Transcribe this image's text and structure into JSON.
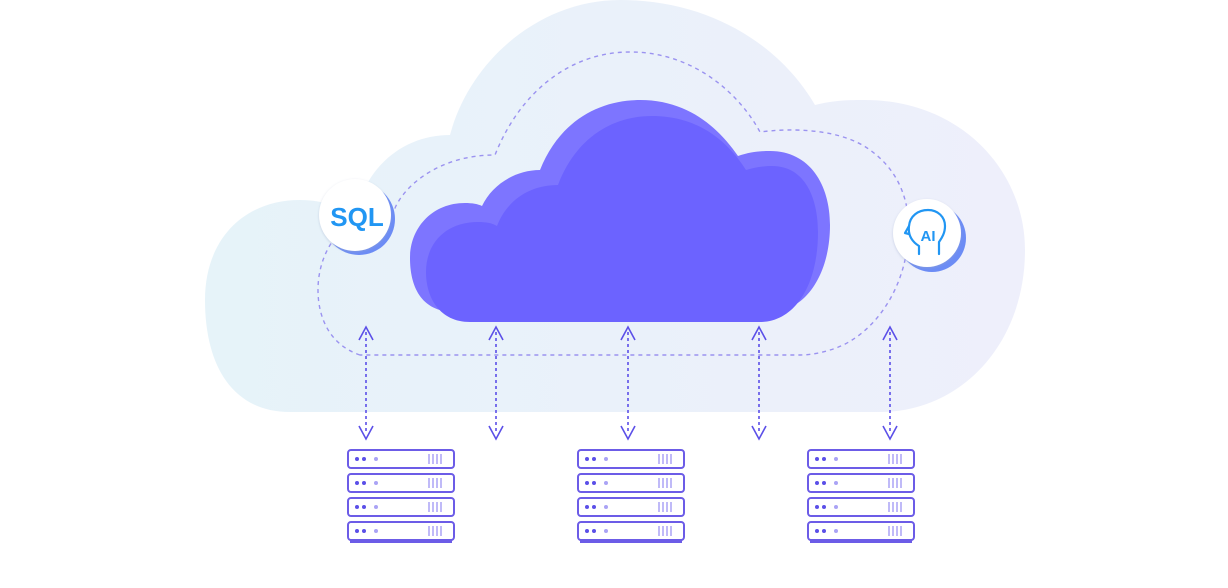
{
  "badges": {
    "sql": {
      "label": "SQL",
      "icon": "sql-badge"
    },
    "ai": {
      "label": "AI",
      "icon": "ai-head-icon"
    }
  },
  "colors": {
    "outer_cloud": "#e9f3fa",
    "outer_cloud_right": "#eef0fb",
    "inner_cloud": "#6c63ff",
    "inner_cloud_shadow": "#8a83ff",
    "dashed_line": "#9b93f0",
    "arrow": "#5b4fe8",
    "server_stroke": "#6c5ce7",
    "server_fill": "#ffffff",
    "badge_text": "#2196f3",
    "badge_shadow": "#6c8cf5"
  },
  "servers": [
    {
      "name": "server-rack-left",
      "units": 4
    },
    {
      "name": "server-rack-center",
      "units": 4
    },
    {
      "name": "server-rack-right",
      "units": 4
    }
  ],
  "connectors": 5
}
